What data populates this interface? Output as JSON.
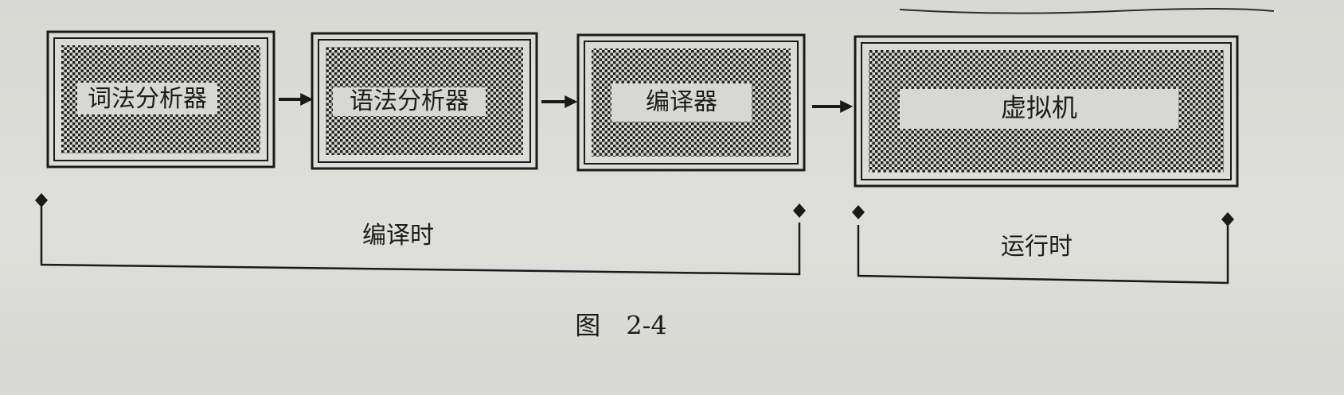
{
  "boxes": [
    {
      "label": "词法分析器"
    },
    {
      "label": "语法分析器"
    },
    {
      "label": "编译器"
    },
    {
      "label": "虚拟机"
    }
  ],
  "phases": {
    "compile_time": "编译时",
    "run_time": "运行时"
  },
  "caption": "图　2-4"
}
